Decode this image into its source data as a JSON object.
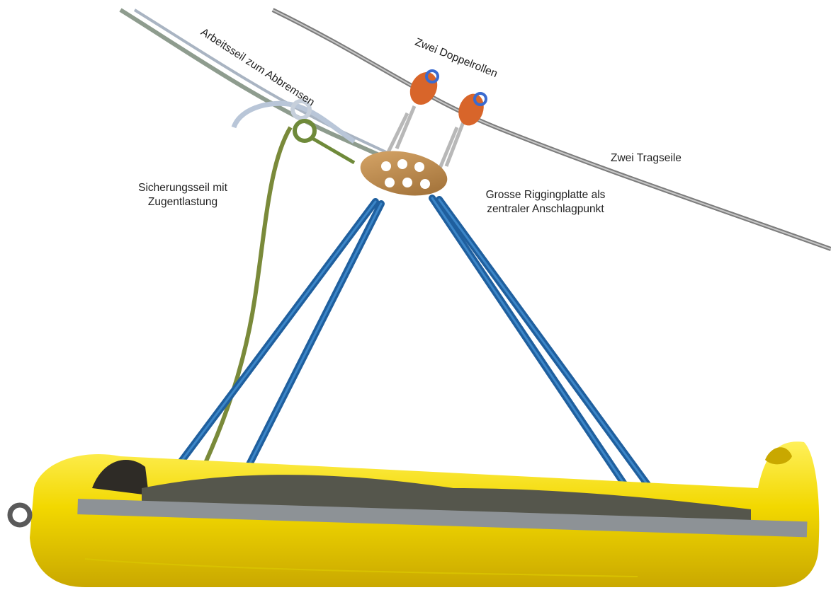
{
  "labels": {
    "working_rope": "Arbeitsseil zum Abbremsen",
    "double_pulleys": "Zwei Doppelrollen",
    "carrying_ropes": "Zwei Tragseile",
    "safety_rope_line1": "Sicherungsseil mit",
    "safety_rope_line2": "Zugentlastung",
    "rigging_plate_line1": "Grosse Riggingplatte als",
    "rigging_plate_line2": "zentraler Anschlagpunkt"
  },
  "colors": {
    "background": "#ffffff",
    "stretcher_yellow": "#f2d800",
    "sling_blue": "#1f5f9e",
    "safety_rope_green": "#7a8a3a",
    "pulley_orange": "#d8652a",
    "rigging_plate_bronze": "#b98a4e",
    "carrying_rope_grey": "#8c8c8c"
  }
}
